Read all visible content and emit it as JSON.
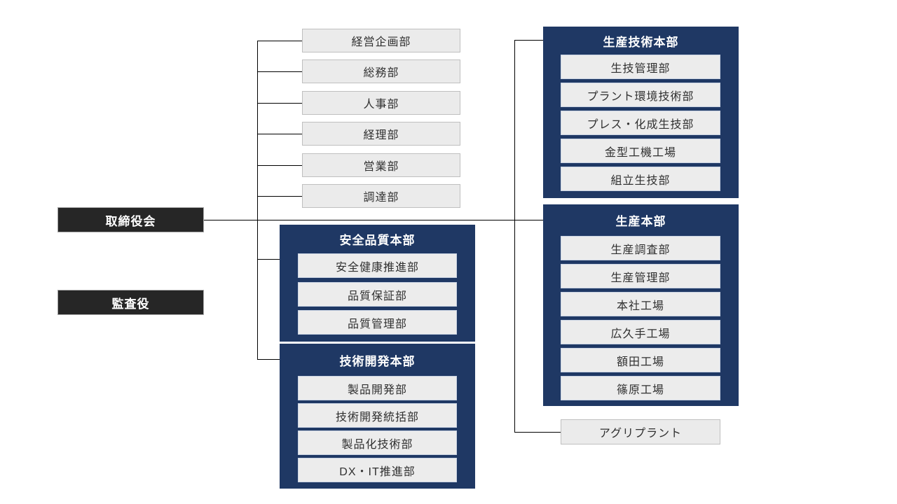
{
  "diagram": {
    "type": "org-chart",
    "colors": {
      "division_fill": "#1f3864",
      "governance_fill": "#262626",
      "department_fill": "#ebebeb",
      "department_border": "#bfbfbf",
      "connector": "#000000",
      "header_text": "#ffffff",
      "department_text": "#303030"
    },
    "governance": [
      {
        "label": "取締役会"
      },
      {
        "label": "監査役"
      }
    ],
    "admin_departments": [
      "経営企画部",
      "総務部",
      "人事部",
      "経理部",
      "営業部",
      "調達部"
    ],
    "divisions": [
      {
        "name": "安全品質本部",
        "departments": [
          "安全健康推進部",
          "品質保証部",
          "品質管理部"
        ]
      },
      {
        "name": "技術開発本部",
        "departments": [
          "製品開発部",
          "技術開発統括部",
          "製品化技術部",
          "DX・IT推進部"
        ]
      },
      {
        "name": "生産技術本部",
        "departments": [
          "生技管理部",
          "プラント環境技術部",
          "プレス・化成生技部",
          "金型工機工場",
          "組立生技部"
        ]
      },
      {
        "name": "生産本部",
        "departments": [
          "生産調査部",
          "生産管理部",
          "本社工場",
          "広久手工場",
          "額田工場",
          "篠原工場"
        ]
      }
    ],
    "other_units": [
      "アグリプラント"
    ]
  }
}
